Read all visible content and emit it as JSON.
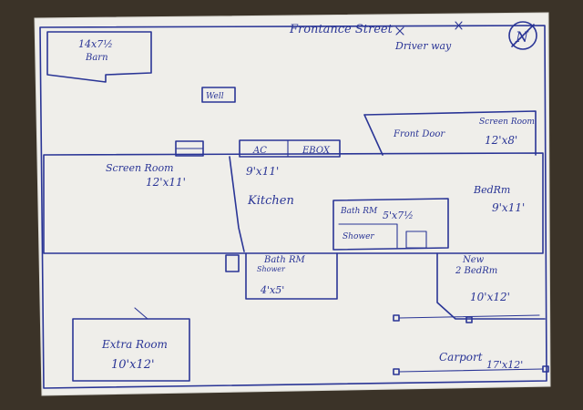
{
  "colors": {
    "paper": "#efeeea",
    "ink": "#2a3596",
    "background": "#3b3328"
  },
  "labels": {
    "street": "Frontance Street",
    "driveway": "Driver way",
    "north_symbol": "N",
    "barn_size": "14x7½",
    "barn_name": "Barn",
    "well": "Well",
    "front_door": "Front Door",
    "screen_room_right": "Screen Room",
    "screen_room_right_size": "12'x8'",
    "ac": "AC",
    "ebox": "EBOX",
    "screen_room_left": "Screen Room",
    "screen_room_left_size": "12'x11'",
    "kitchen_size": "9'x11'",
    "kitchen": "Kitchen",
    "bathroom_upper": "Bath RM",
    "bathroom_upper_size": "5'x7½",
    "shower_upper": "Shower",
    "bedroom": "BedRm",
    "bedroom_size": "9'x11'",
    "bathroom_lower": "Bath RM",
    "shower_lower": "Shower",
    "bathroom_lower_size": "4'x5'",
    "new": "New",
    "new_bedroom": "2 BedRm",
    "new_bedroom_size": "10'x12'",
    "extra_room": "Extra Room",
    "extra_room_size": "10'x12'",
    "carport": "Carport",
    "carport_size": "17'x12'"
  }
}
